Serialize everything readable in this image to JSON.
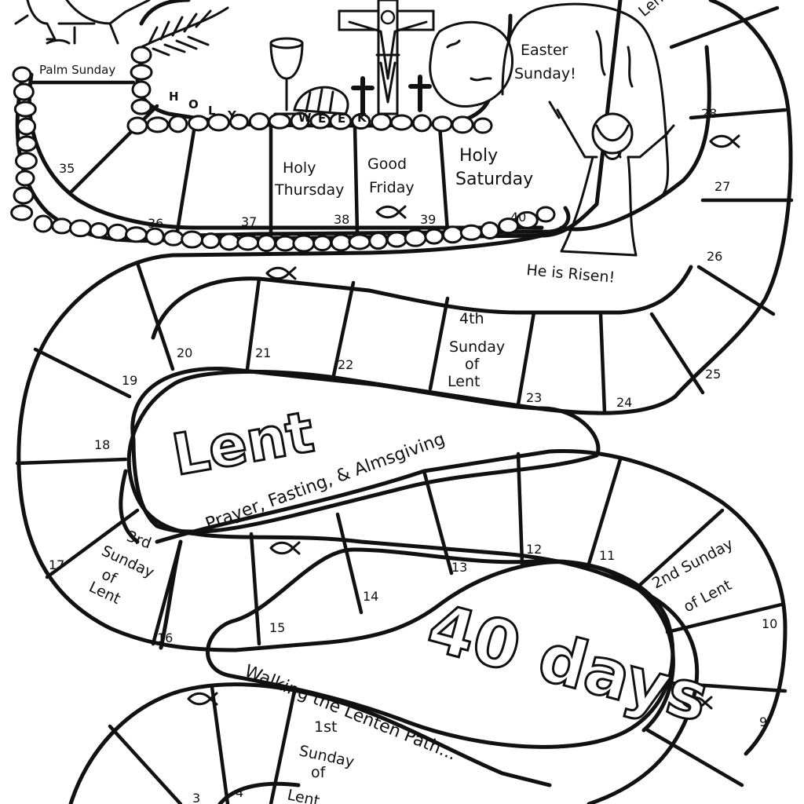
{
  "title": "Lent",
  "subtitle_tagline": "Prayer, Fasting, & Almsgiving",
  "days_heading": "40 days",
  "path_caption": "Walking the Lenten Path...",
  "holy_week_label": "HOLY WEEK",
  "risen_caption": "He is Risen!",
  "labels": {
    "palm_sunday": "Palm Sunday",
    "easter_sunday_1": "Easter",
    "easter_sunday_2": "Sunday!",
    "holy_thursday_1": "Holy",
    "holy_thursday_2": "Thursday",
    "good_friday_1": "Good",
    "good_friday_2": "Friday",
    "holy_saturday_1": "Holy",
    "holy_saturday_2": "Saturday",
    "lent4_1": "4th",
    "lent4_2": "Sunday",
    "lent4_3": "of",
    "lent4_4": "Lent",
    "lent3_1": "3rd",
    "lent3_2": "Sunday",
    "lent3_3": "of",
    "lent3_4": "Lent",
    "lent2_1": "2nd Sunday",
    "lent2_2": "of Lent",
    "lent1_1": "1st",
    "lent1_2": "Sunday",
    "lent1_3": "of",
    "lent1_4": "Lent",
    "lent5_top": "Lent"
  },
  "day_numbers": {
    "d3": "3",
    "d4": "4",
    "d9": "9",
    "d10": "10",
    "d11": "11",
    "d12": "12",
    "d13": "13",
    "d14": "14",
    "d15": "15",
    "d16": "16",
    "d17": "17",
    "d18": "18",
    "d19": "19",
    "d20": "20",
    "d21": "21",
    "d22": "22",
    "d23": "23",
    "d24": "24",
    "d25": "25",
    "d26": "26",
    "d27": "27",
    "d28": "28",
    "d35": "35",
    "d36": "36",
    "d37": "37",
    "d38": "38",
    "d39": "39",
    "d40": "40"
  },
  "holy_week_letters": [
    "H",
    "O",
    "L",
    "Y",
    "W",
    "E",
    "E",
    "K"
  ],
  "icons": [
    "fish-icon",
    "cross-icon",
    "chalice-icon",
    "bread-icon",
    "palm-icon",
    "donkey-icon",
    "stone-icon",
    "tomb-icon",
    "risen-jesus-icon"
  ]
}
